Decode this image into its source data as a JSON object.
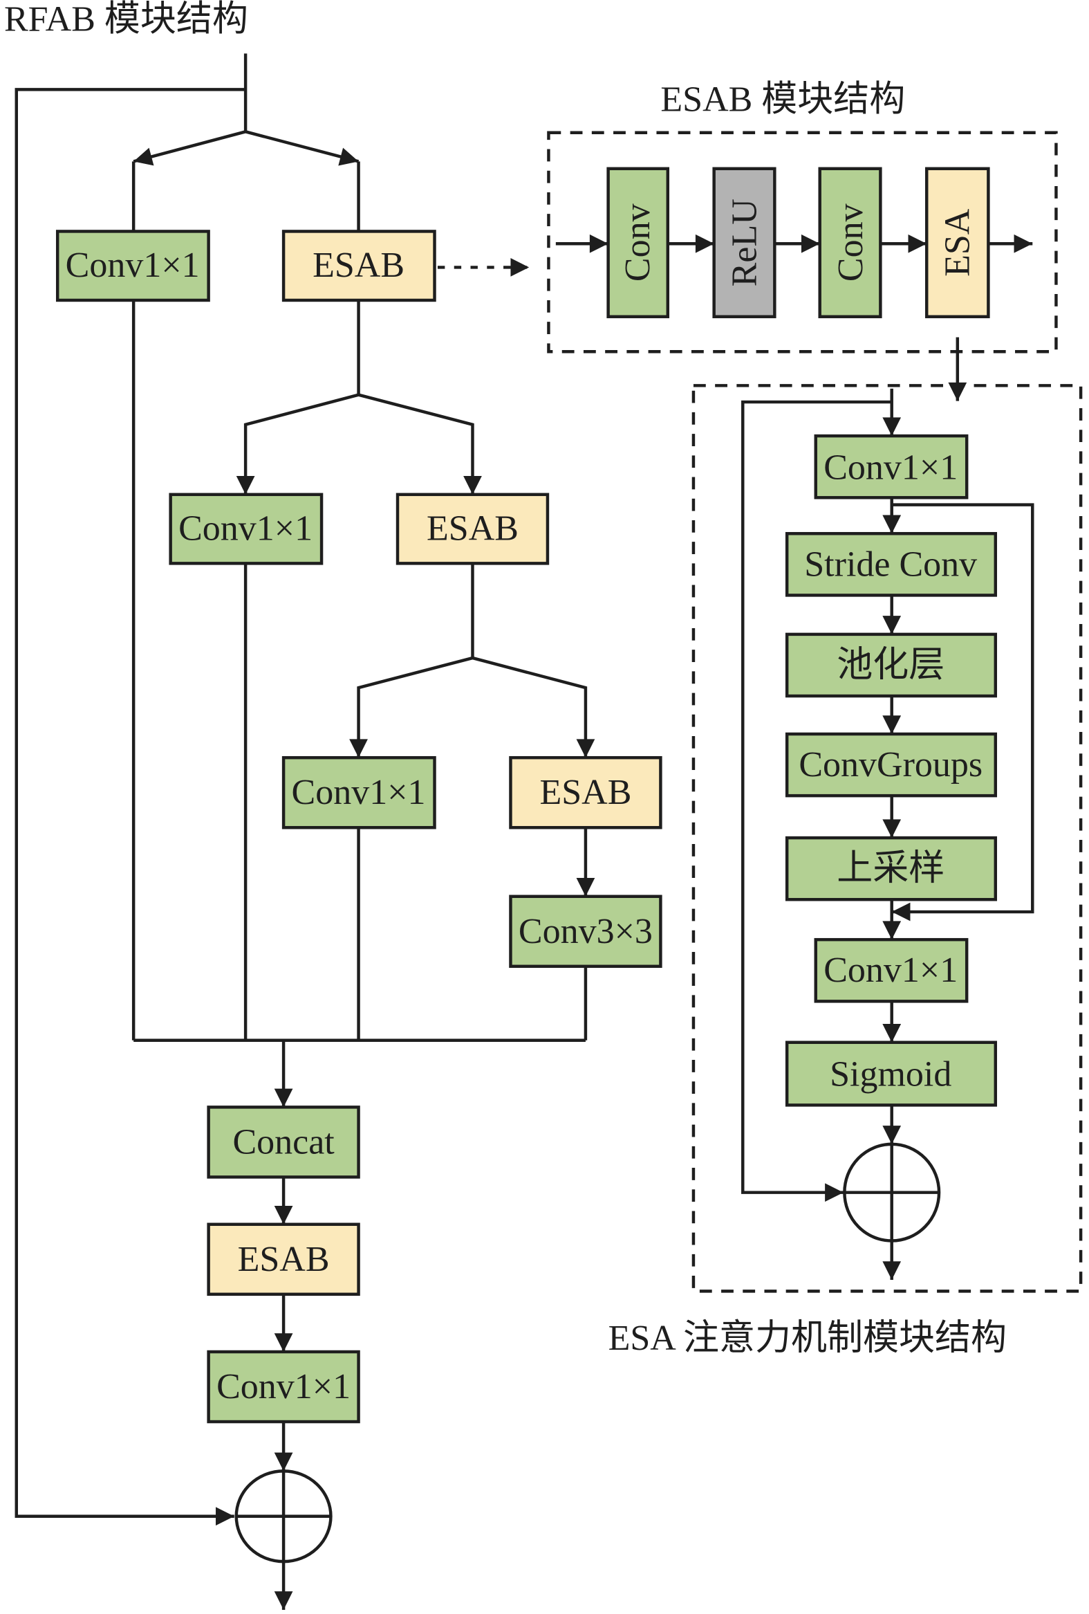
{
  "titles": {
    "rfab": "RFAB 模块结构",
    "esab": "ESAB 模块结构",
    "esa": "ESA 注意力机制模块结构"
  },
  "colors": {
    "conv": "#b3d093",
    "esab": "#fbe9bb",
    "relu": "#b3b3b3",
    "stroke": "#1e1e1e"
  },
  "rfab": {
    "level1": {
      "left": "Conv1×1",
      "right": "ESAB"
    },
    "level2": {
      "left": "Conv1×1",
      "right": "ESAB"
    },
    "level3": {
      "left": "Conv1×1",
      "right": "ESAB",
      "after_right": "Conv3×3"
    },
    "tail": [
      "Concat",
      "ESAB",
      "Conv1×1"
    ],
    "sum_symbol": "element-wise addition"
  },
  "esab": {
    "blocks": [
      "Conv",
      "ReLU",
      "Conv",
      "ESA"
    ]
  },
  "esa": {
    "blocks": [
      "Conv1×1",
      "Stride Conv",
      "池化层",
      "ConvGroups",
      "上采样",
      "Conv1×1",
      "Sigmoid"
    ],
    "sum_symbol": "element-wise addition"
  }
}
